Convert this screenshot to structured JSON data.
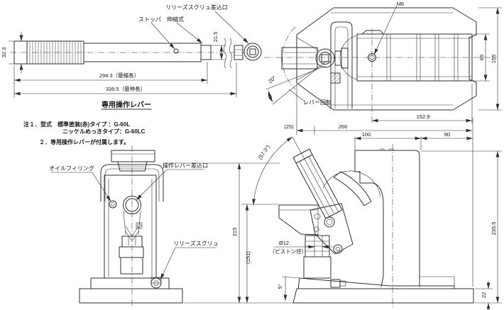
{
  "drawing": {
    "line_color": "#2f2f2f",
    "background": "#ffffff",
    "lever_view": {
      "title": "専用操作レバー",
      "labels": {
        "release_screw_port": "リリーズスクリュ差込口",
        "stopper": "ストッパ",
        "telescopic": "伸縮式"
      },
      "dims": {
        "shaft_height": "32.3",
        "tip_height": "21.5",
        "retracted_length": "294.3（最縮長）",
        "extended_length": "339.5（最伸長）"
      }
    },
    "plan_view": {
      "labels": {
        "thread_hole": "M6",
        "lever_rotation": "レバー回転"
      },
      "dims": {
        "overall_width": "155",
        "ram_width": "65",
        "hole_to_rear": "152.9",
        "rotation_angle": "20°"
      }
    },
    "front_view": {
      "labels": {
        "oil_filling": "オイルフィリング",
        "lever_port": "操作レバー差込口",
        "release_screw": "リリーズスクリュ"
      },
      "dims": {
        "body_height": "215"
      }
    },
    "side_view": {
      "labels": {
        "piston_dia": "Ø12",
        "piston_dia_note": "（ピストン径）"
      },
      "dims": {
        "toe_offset": "(25)",
        "base_length": "266",
        "front_length": "100",
        "rear_length": "80",
        "overall_height": "235.5",
        "base_height": "22",
        "claw_ref_height": "(151)",
        "lever_angle": "(57.3°)",
        "approach_angle": "5°"
      }
    },
    "notes": {
      "note1_line1": "注１．型式　標準塗装(赤)タイプ ：G-60L",
      "note1_line2": "ニッケルめっきタイプ：G-60LC",
      "note2": "２．専用操作レバーが付属します。"
    }
  }
}
